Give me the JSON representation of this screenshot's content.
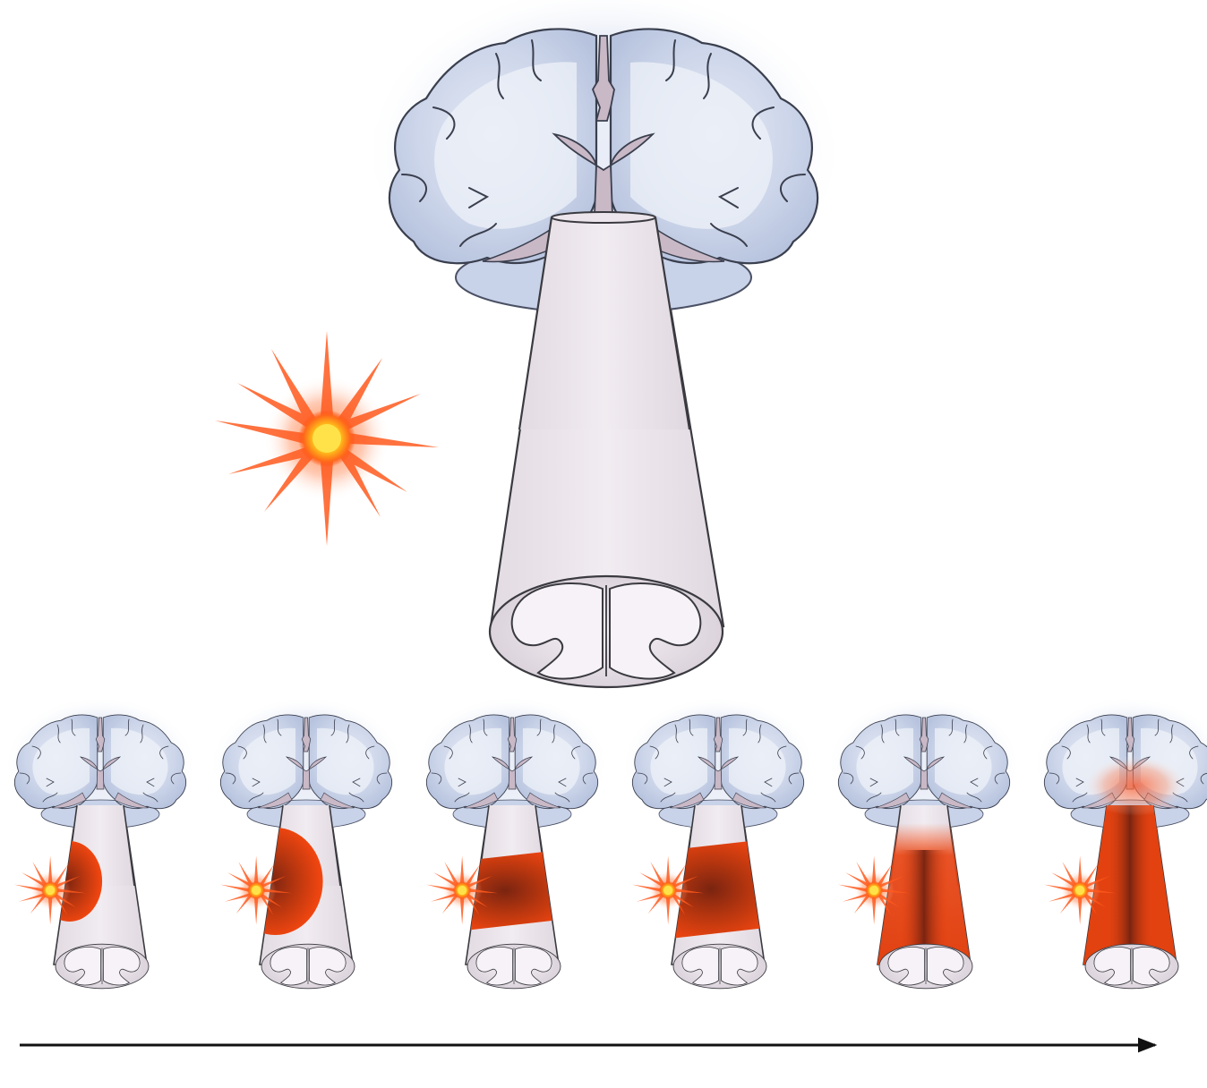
{
  "diagram": {
    "colors": {
      "background": "#ffffff",
      "brain_fill": "#cdd6ea",
      "brain_light": "#eef1f8",
      "brain_outline": "#3a3f4e",
      "ventricle": "#c9b8c6",
      "cord_fill": "#ece6ec",
      "cord_outline": "#3a3a40",
      "injury_light": "#ff4a10",
      "injury_dark": "#7a2410",
      "star_core": "#ffd21a",
      "star_ray": "#ff5a1e",
      "arrow": "#111111"
    },
    "main_illustration": {
      "name": "brain-and-spinal-cord",
      "star": "injury-star"
    },
    "stages": [
      {
        "stage": 1,
        "injury_extent": 0.15
      },
      {
        "stage": 2,
        "injury_extent": 0.3
      },
      {
        "stage": 3,
        "injury_extent": 0.45
      },
      {
        "stage": 4,
        "injury_extent": 0.6
      },
      {
        "stage": 5,
        "injury_extent": 0.8
      },
      {
        "stage": 6,
        "injury_extent": 1.0
      }
    ],
    "timeline_arrow": {
      "direction": "right"
    }
  }
}
